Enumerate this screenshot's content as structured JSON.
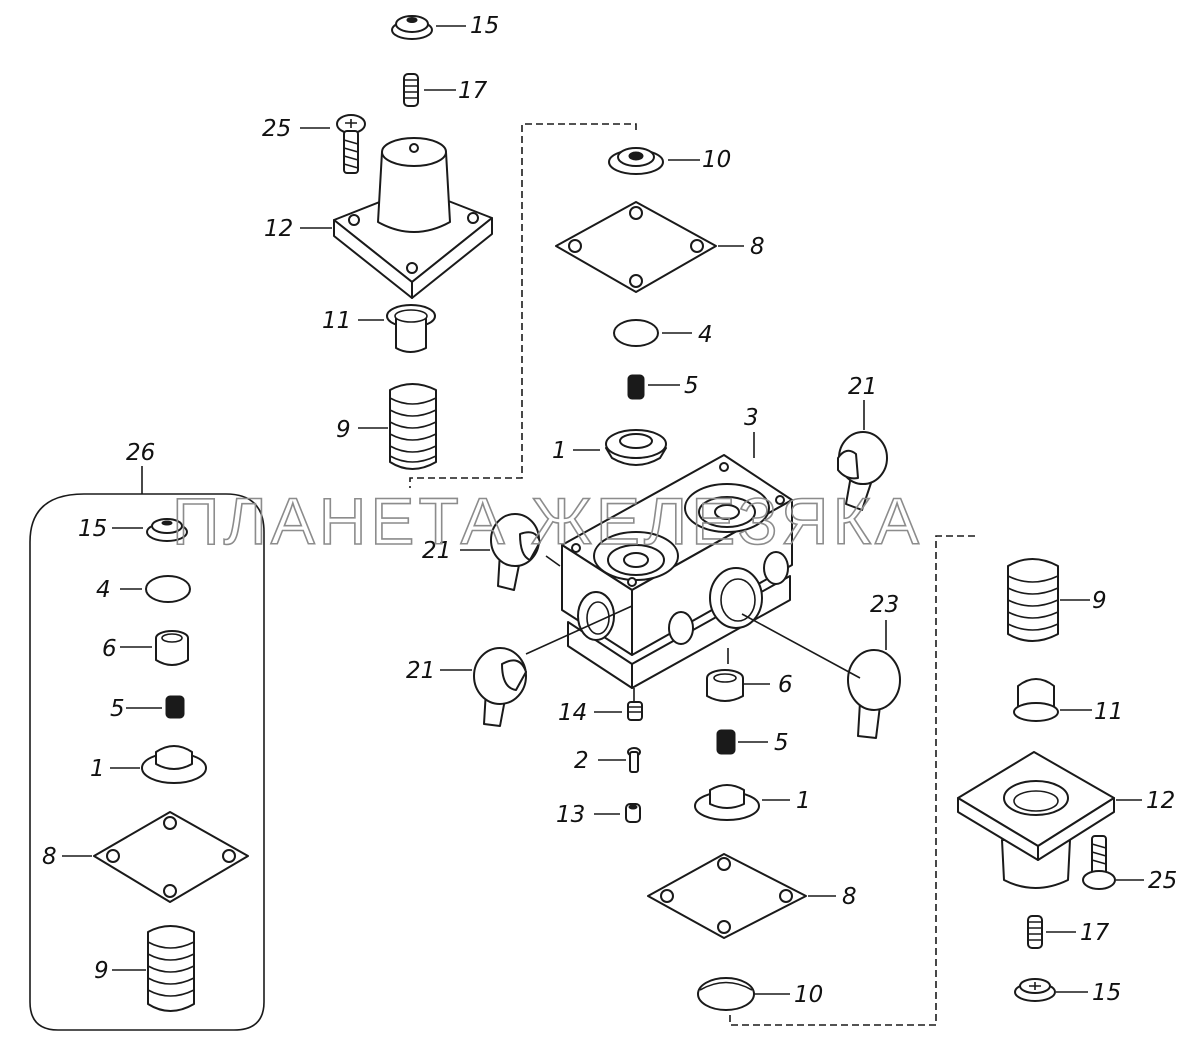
{
  "watermark": "ПЛАНЕТА ЖЕЛЕЗЯКА",
  "colors": {
    "ink": "#1a1a1a",
    "watermark": "#8c8c8c",
    "background": "#ffffff"
  },
  "labels": {
    "l15a": "15",
    "l17a": "17",
    "l25a": "25",
    "l12a": "12",
    "l11a": "11",
    "l9a": "9",
    "l10a": "10",
    "l8a": "8",
    "l4a": "4",
    "l5a": "5",
    "l1a": "1",
    "l3": "3",
    "l21a": "21",
    "l26": "26",
    "l15b": "15",
    "l4b": "4",
    "l6b": "6",
    "l5b": "5",
    "l1b": "1",
    "l8b": "8",
    "l9b": "9",
    "l21b": "21",
    "l21c": "21",
    "l23": "23",
    "l6c": "6",
    "l14": "14",
    "l5c": "5",
    "l2": "2",
    "l1c": "1",
    "l13": "13",
    "l8c": "8",
    "l10b": "10",
    "l9c": "9",
    "l11b": "11",
    "l12b": "12",
    "l25b": "25",
    "l17b": "17",
    "l15c": "15"
  }
}
